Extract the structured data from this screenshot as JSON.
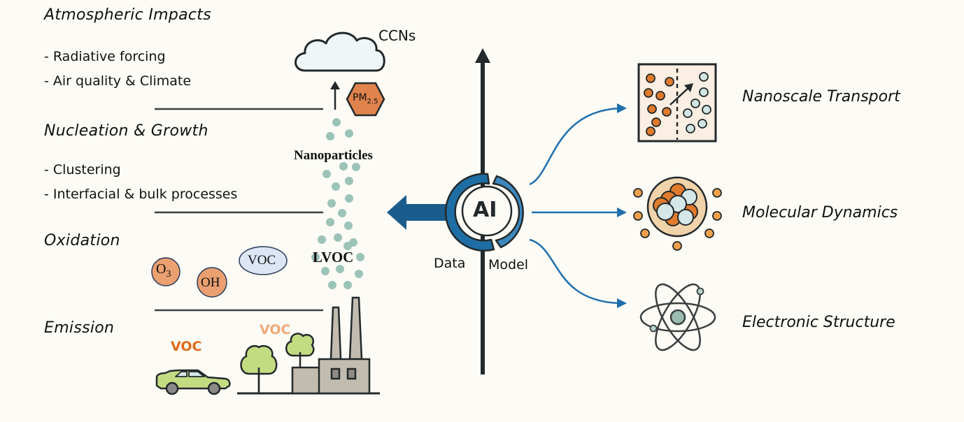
{
  "stages": [
    {
      "title": "Atmospheric Impacts",
      "bullets": [
        "- Radiative forcing",
        "- Air quality & Climate"
      ]
    },
    {
      "title": "Nucleation & Growth",
      "bullets": [
        "- Clustering",
        "- Interfacial & bulk processes"
      ]
    },
    {
      "title": "Oxidation",
      "bullets": []
    },
    {
      "title": "Emission",
      "bullets": []
    }
  ],
  "labels": {
    "ccns": "CCNs",
    "pm": "PM",
    "pm_sub": "2.5",
    "nanoparticles": "Nanoparticles",
    "lvoc": "LVOC",
    "o3": "O",
    "o3_sub": "3",
    "oh": "OH",
    "voc_oval": "VOC",
    "voc_car": "VOC",
    "voc_tree": "VOC"
  },
  "ai": {
    "label": "AI",
    "data_label": "Data",
    "model_label": "Model"
  },
  "applications": [
    {
      "label": "Nanoscale Transport",
      "icon": "diffusion-box-icon"
    },
    {
      "label": "Molecular Dynamics",
      "icon": "molecule-cluster-icon"
    },
    {
      "label": "Electronic Structure",
      "icon": "atom-icon"
    }
  ],
  "colors": {
    "background": "#fcfbf5",
    "ink": "#23292b",
    "orange": "#e07a2c",
    "light_orange": "#e89b6b",
    "particle_teal": "#9cc3b7",
    "blue": "#1f6fae",
    "dark_blue": "#1a5c8c",
    "green": "#c3dc82",
    "factory_gray": "#c2bcb0"
  }
}
